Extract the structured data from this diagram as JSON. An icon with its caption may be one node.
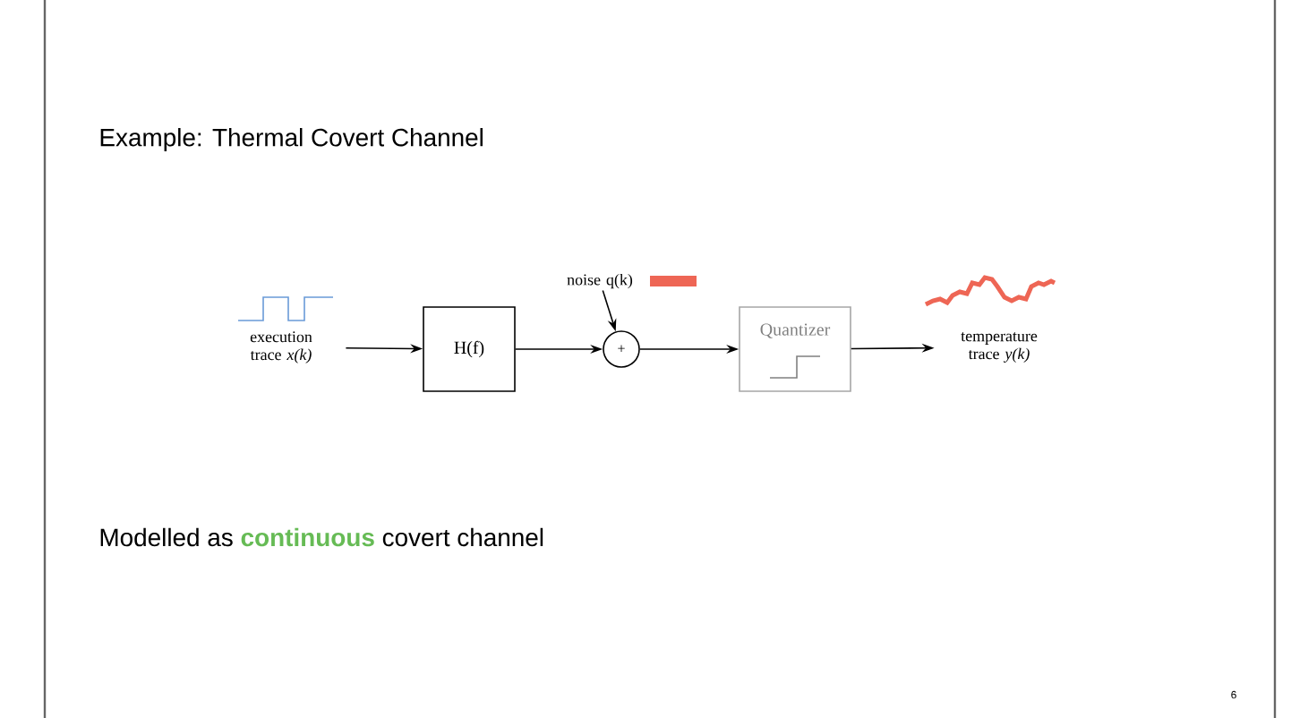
{
  "diagram": {
    "title": "Example: Thermal Covert Channel",
    "nodes": [
      {
        "text": [
          "execution trace *x(k)*"
        ]
      },
      {
        "text": [
          "H(f)"
        ]
      },
      {
        "text": [
          "+"
        ]
      },
      {
        "text": [
          "noise q(k)"
        ]
      },
      {
        "text": [
          "Quantizer"
        ]
      },
      {
        "text": [
          "temperature trace *y(k)*"
        ]
      }
    ],
    "edges": [
      {
        "from": 0,
        "to": 1,
        "arrow": "to"
      },
      {
        "from": 1,
        "to": 2,
        "arrow": "to"
      },
      {
        "from": 3,
        "to": 2,
        "arrow": "to"
      },
      {
        "from": 2,
        "to": 4,
        "arrow": "to"
      },
      {
        "from": 4,
        "to": 5,
        "arrow": "to"
      }
    ],
    "labels": [
      "Modelled as **continuous** covert channel",
      "6"
    ]
  }
}
